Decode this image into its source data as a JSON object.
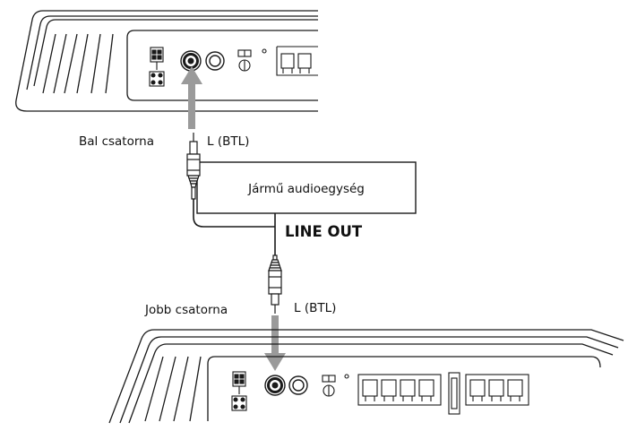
{
  "labels": {
    "left_channel": "Bal csatorna",
    "left_channel_plug": "L (BTL)",
    "head_unit": "Jármű audioegység",
    "line_out": "LINE OUT",
    "right_channel": "Jobb csatorna",
    "right_channel_plug": "L (BTL)"
  },
  "colors": {
    "stroke": "#1a1a1a",
    "arrow": "#9a9a9a",
    "background": "#ffffff"
  }
}
